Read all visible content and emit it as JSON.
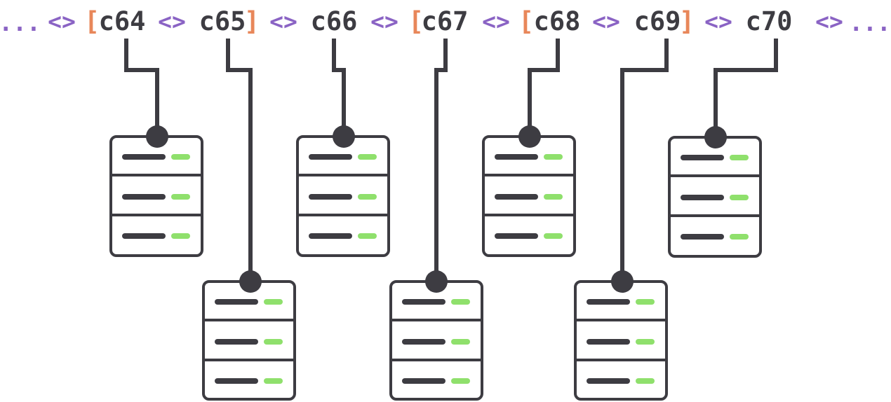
{
  "ring": {
    "ellipsis_start": "...",
    "ellipsis_end": "...",
    "separator": "<>",
    "nodes": [
      "c64",
      "c65",
      "c66",
      "c67",
      "c68",
      "c69",
      "c70"
    ],
    "brackets": [
      {
        "open": "[",
        "close": "]",
        "spans": [
          "c64",
          "c65"
        ]
      },
      {
        "open": "[",
        "close": "]",
        "spans": [
          "c67"
        ]
      },
      {
        "open": "[",
        "close": "]",
        "spans": [
          "c68",
          "c69"
        ]
      }
    ]
  },
  "servers": [
    {
      "node": "c64",
      "row": "top",
      "drives": 3
    },
    {
      "node": "c65",
      "row": "bottom",
      "drives": 3
    },
    {
      "node": "c66",
      "row": "top",
      "drives": 3
    },
    {
      "node": "c67",
      "row": "bottom",
      "drives": 3
    },
    {
      "node": "c68",
      "row": "top",
      "drives": 3
    },
    {
      "node": "c69",
      "row": "bottom",
      "drives": 3
    },
    {
      "node": "c70",
      "row": "top",
      "drives": 3
    }
  ],
  "colors": {
    "node_text": "#3d3c42",
    "separator": "#8a63c4",
    "bracket": "#e8875a",
    "server_stroke": "#3d3c42",
    "drive_bar": "#3d3c42",
    "led": "#8fe06c",
    "connector": "#3d3c42"
  }
}
